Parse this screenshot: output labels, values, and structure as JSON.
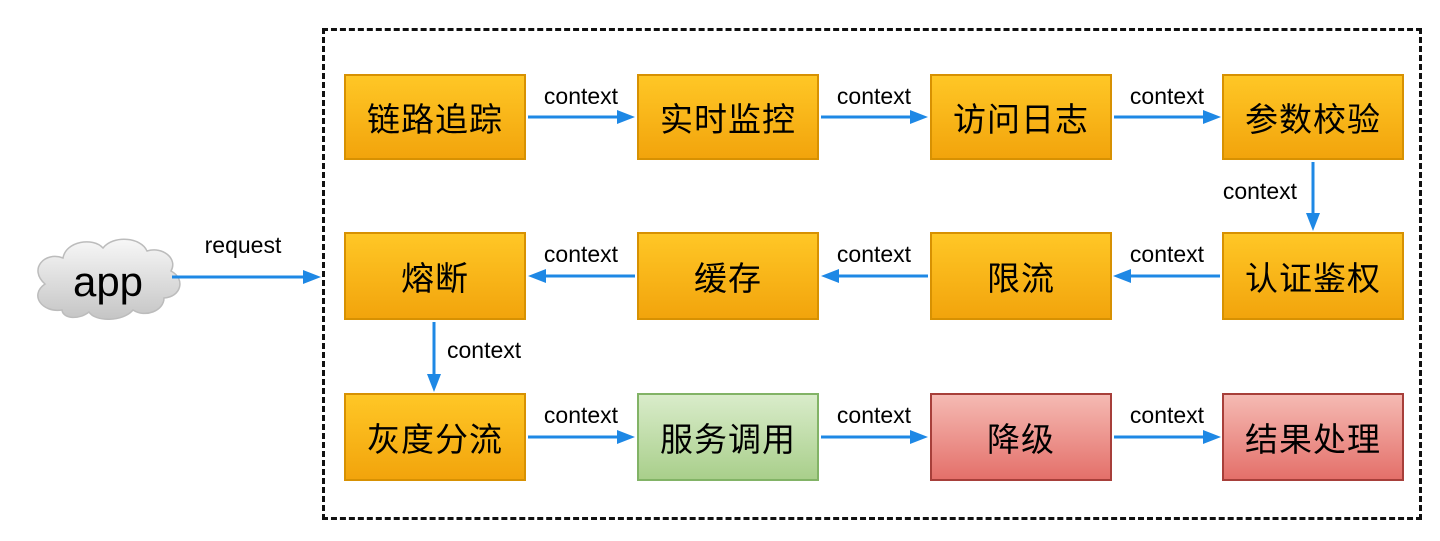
{
  "cloud": {
    "label": "app"
  },
  "nodes": [
    {
      "id": "trace",
      "label": "链路追踪",
      "color": "orange"
    },
    {
      "id": "monitor",
      "label": "实时监控",
      "color": "orange"
    },
    {
      "id": "access-log",
      "label": "访问日志",
      "color": "orange"
    },
    {
      "id": "param-validate",
      "label": "参数校验",
      "color": "orange"
    },
    {
      "id": "auth",
      "label": "认证鉴权",
      "color": "orange"
    },
    {
      "id": "rate-limit",
      "label": "限流",
      "color": "orange"
    },
    {
      "id": "cache",
      "label": "缓存",
      "color": "orange"
    },
    {
      "id": "circuit-breaker",
      "label": "熔断",
      "color": "orange"
    },
    {
      "id": "gray-release",
      "label": "灰度分流",
      "color": "orange"
    },
    {
      "id": "service-call",
      "label": "服务调用",
      "color": "green"
    },
    {
      "id": "degrade",
      "label": "降级",
      "color": "red"
    },
    {
      "id": "result-handle",
      "label": "结果处理",
      "color": "red"
    }
  ],
  "edges": [
    {
      "from": "app",
      "to": "boundary",
      "label": "request",
      "direction": "right"
    },
    {
      "from": "trace",
      "to": "monitor",
      "label": "context",
      "direction": "right"
    },
    {
      "from": "monitor",
      "to": "access-log",
      "label": "context",
      "direction": "right"
    },
    {
      "from": "access-log",
      "to": "param-validate",
      "label": "context",
      "direction": "right"
    },
    {
      "from": "param-validate",
      "to": "auth",
      "label": "context",
      "direction": "down"
    },
    {
      "from": "auth",
      "to": "rate-limit",
      "label": "context",
      "direction": "left"
    },
    {
      "from": "rate-limit",
      "to": "cache",
      "label": "context",
      "direction": "left"
    },
    {
      "from": "cache",
      "to": "circuit-breaker",
      "label": "context",
      "direction": "left"
    },
    {
      "from": "circuit-breaker",
      "to": "gray-release",
      "label": "context",
      "direction": "down"
    },
    {
      "from": "gray-release",
      "to": "service-call",
      "label": "context",
      "direction": "right"
    },
    {
      "from": "service-call",
      "to": "degrade",
      "label": "context",
      "direction": "right"
    },
    {
      "from": "degrade",
      "to": "result-handle",
      "label": "context",
      "direction": "right"
    }
  ],
  "colors": {
    "orange_top": "#ffc726",
    "orange_bottom": "#f2a40c",
    "orange_border": "#d79102",
    "green_top": "#d9ecca",
    "green_bottom": "#a9cf8b",
    "green_border": "#82b366",
    "red_top": "#f5bab3",
    "red_bottom": "#e4706a",
    "red_border": "#a73f3a",
    "arrow": "#1e88e5",
    "boundary_border": "#111111",
    "cloud_top": "#f7f7f7",
    "cloud_bottom": "#c5c5c5"
  }
}
